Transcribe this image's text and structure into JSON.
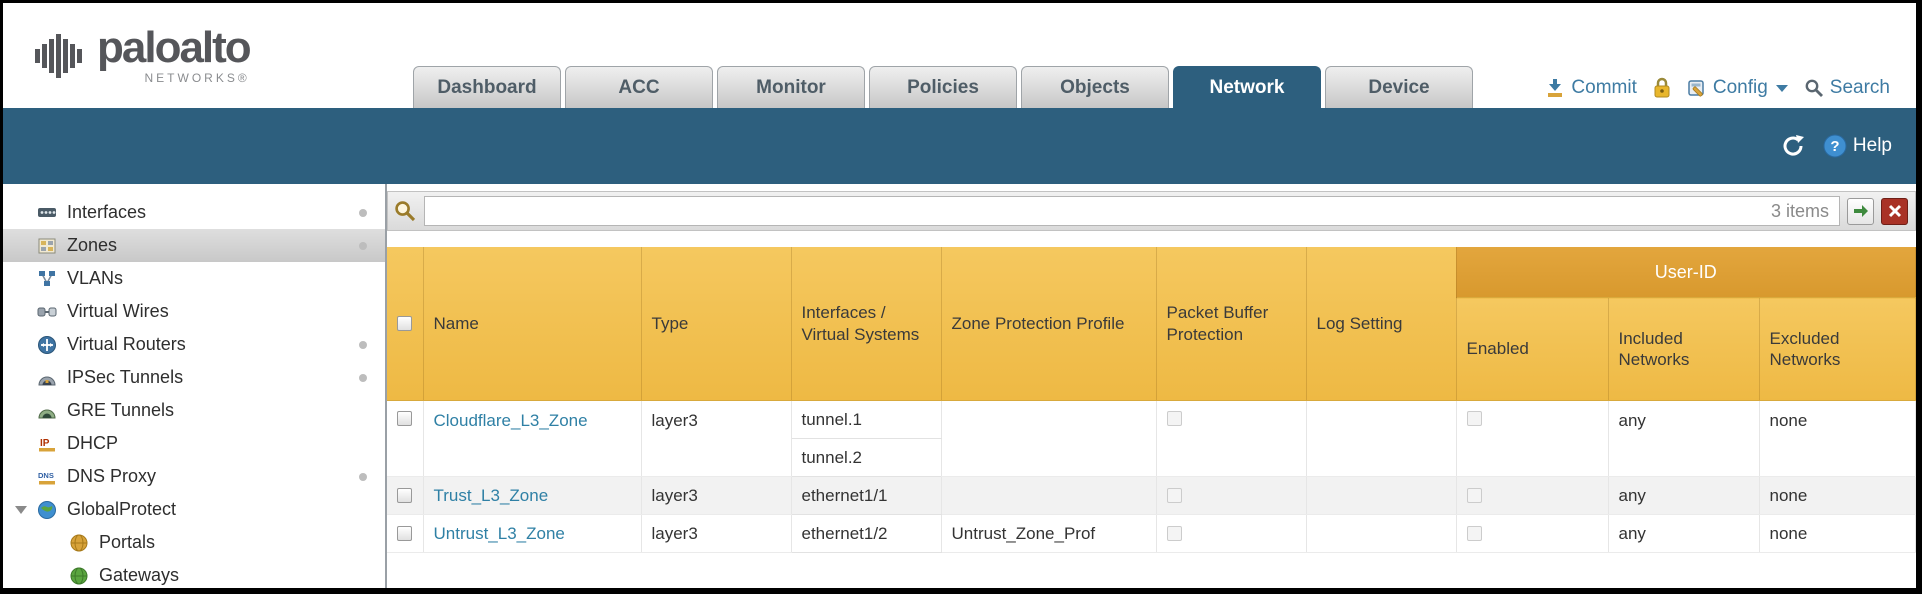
{
  "colors": {
    "accent_teal": "#2d5f7e",
    "header_amber": "#f2c255",
    "group_amber": "#df9f35",
    "link_blue": "#2f80a5"
  },
  "brand": {
    "name": "paloalto",
    "sub": "NETWORKS®"
  },
  "tabs": [
    {
      "label": "Dashboard",
      "active": false
    },
    {
      "label": "ACC",
      "active": false
    },
    {
      "label": "Monitor",
      "active": false
    },
    {
      "label": "Policies",
      "active": false
    },
    {
      "label": "Objects",
      "active": false
    },
    {
      "label": "Network",
      "active": true
    },
    {
      "label": "Device",
      "active": false
    }
  ],
  "header_actions": {
    "commit": "Commit",
    "config": "Config",
    "search": "Search"
  },
  "band": {
    "help": "Help"
  },
  "sidebar": {
    "items": [
      {
        "label": "Interfaces"
      },
      {
        "label": "Zones",
        "selected": true
      },
      {
        "label": "VLANs"
      },
      {
        "label": "Virtual Wires"
      },
      {
        "label": "Virtual Routers"
      },
      {
        "label": "IPSec Tunnels"
      },
      {
        "label": "GRE Tunnels"
      },
      {
        "label": "DHCP"
      },
      {
        "label": "DNS Proxy"
      },
      {
        "label": "GlobalProtect",
        "expanded": true
      },
      {
        "label": "Portals"
      },
      {
        "label": "Gateways"
      }
    ]
  },
  "filter": {
    "query": "",
    "count": "3 items"
  },
  "table": {
    "group_header": "User-ID",
    "columns": [
      "Name",
      "Type",
      "Interfaces / Virtual Systems",
      "Zone Protection Profile",
      "Packet Buffer Protection",
      "Log Setting",
      "Enabled",
      "Included Networks",
      "Excluded Networks"
    ],
    "rows": [
      {
        "name": "Cloudflare_L3_Zone",
        "type": "layer3",
        "interfaces": [
          "tunnel.1",
          "tunnel.2"
        ],
        "zone_protection_profile": "",
        "log_setting": "",
        "included_networks": "any",
        "excluded_networks": "none"
      },
      {
        "name": "Trust_L3_Zone",
        "type": "layer3",
        "interfaces": [
          "ethernet1/1"
        ],
        "zone_protection_profile": "",
        "log_setting": "",
        "included_networks": "any",
        "excluded_networks": "none"
      },
      {
        "name": "Untrust_L3_Zone",
        "type": "layer3",
        "interfaces": [
          "ethernet1/2"
        ],
        "zone_protection_profile": "Untrust_Zone_Prof",
        "log_setting": "",
        "included_networks": "any",
        "excluded_networks": "none"
      }
    ]
  }
}
